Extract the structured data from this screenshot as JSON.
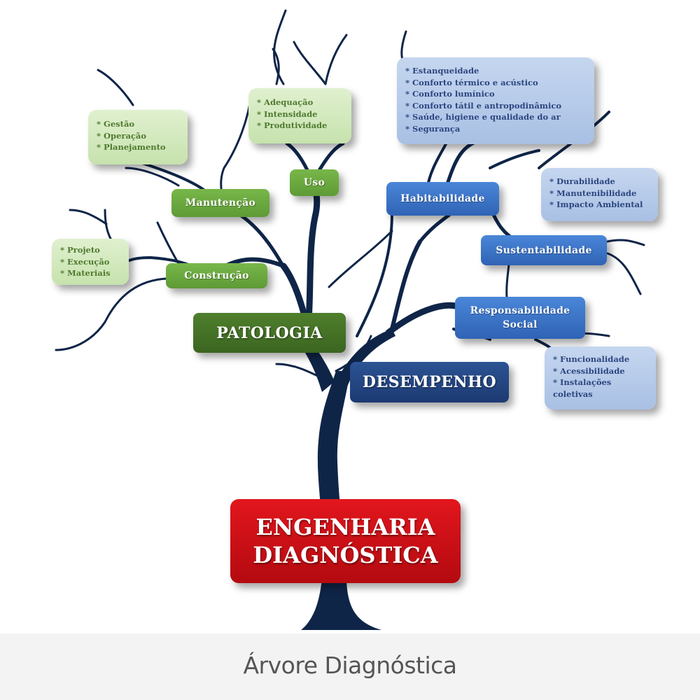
{
  "diagram": {
    "root": {
      "line1": "ENGENHARIA",
      "line2": "DIAGNÓSTICA",
      "color": "#cc1016"
    },
    "branches": {
      "patologia": {
        "label": "PATOLOGIA",
        "color": "#46732a",
        "children": {
          "construcao": {
            "label": "Construção",
            "items": [
              "* Projeto",
              "* Execução",
              "* Materiais"
            ]
          },
          "manutencao": {
            "label": "Manutenção",
            "items": [
              "* Gestão",
              "* Operação",
              "* Planejamento"
            ]
          },
          "uso": {
            "label": "Uso",
            "items": [
              "* Adequação",
              "* Intensidade",
              "* Produtividade"
            ]
          }
        }
      },
      "desempenho": {
        "label": "DESEMPENHO",
        "color": "#244784",
        "children": {
          "habitabilidade": {
            "label": "Habitabilidade",
            "items": [
              "* Estanqueidade",
              "* Conforto térmico e acústico",
              "* Conforto lumínico",
              "* Conforto tátil e antropodinâmico",
              "* Saúde, higiene e qualidade do ar",
              "* Segurança"
            ]
          },
          "sustentabilidade": {
            "label": "Sustentabilidade",
            "items": [
              "* Durabilidade",
              "* Manutenibilidade",
              "* Impacto Ambiental"
            ]
          },
          "responsabilidade": {
            "label_line1": "Responsabilidade",
            "label_line2": "Social",
            "items": [
              "* Funcionalidade",
              "* Acessibilidade",
              "* Instalações coletivas"
            ]
          }
        }
      }
    },
    "colors": {
      "tree": "#0f2548",
      "light_green": "#d3e9bf",
      "green": "#6aa83f",
      "light_blue": "#b8cceb",
      "blue": "#3d74c8"
    }
  },
  "caption": {
    "text": "Árvore Diagnóstica"
  }
}
